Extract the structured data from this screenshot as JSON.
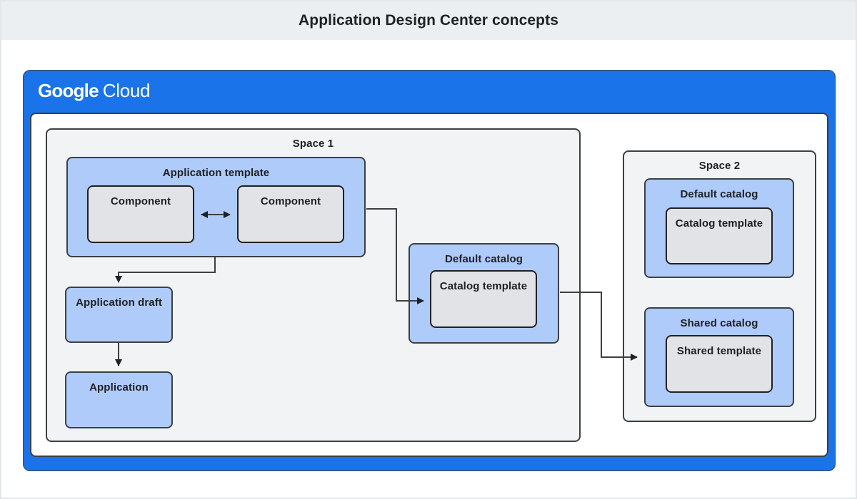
{
  "page": {
    "title": "Application Design Center concepts"
  },
  "logo": {
    "google": "Google",
    "cloud": "Cloud"
  },
  "colors": {
    "banner_bg": "#eceff1",
    "frame_blue": "#1a73e8",
    "space_gray": "#f1f3f4",
    "box_blue": "#aecbfa",
    "box_gray": "#e1e3e6",
    "border_dark": "#3c4043",
    "text_dark": "#202124"
  },
  "diagram": {
    "space1": {
      "label": "Space 1",
      "application_template": {
        "label": "Application template",
        "components": [
          "Component",
          "Component"
        ]
      },
      "application_draft_label": "Application draft",
      "application_label": "Application",
      "default_catalog": {
        "label": "Default catalog",
        "template_label": "Catalog template"
      }
    },
    "space2": {
      "label": "Space 2",
      "default_catalog": {
        "label": "Default catalog",
        "template_label": "Catalog template"
      },
      "shared_catalog": {
        "label": "Shared catalog",
        "template_label": "Shared template"
      }
    }
  }
}
